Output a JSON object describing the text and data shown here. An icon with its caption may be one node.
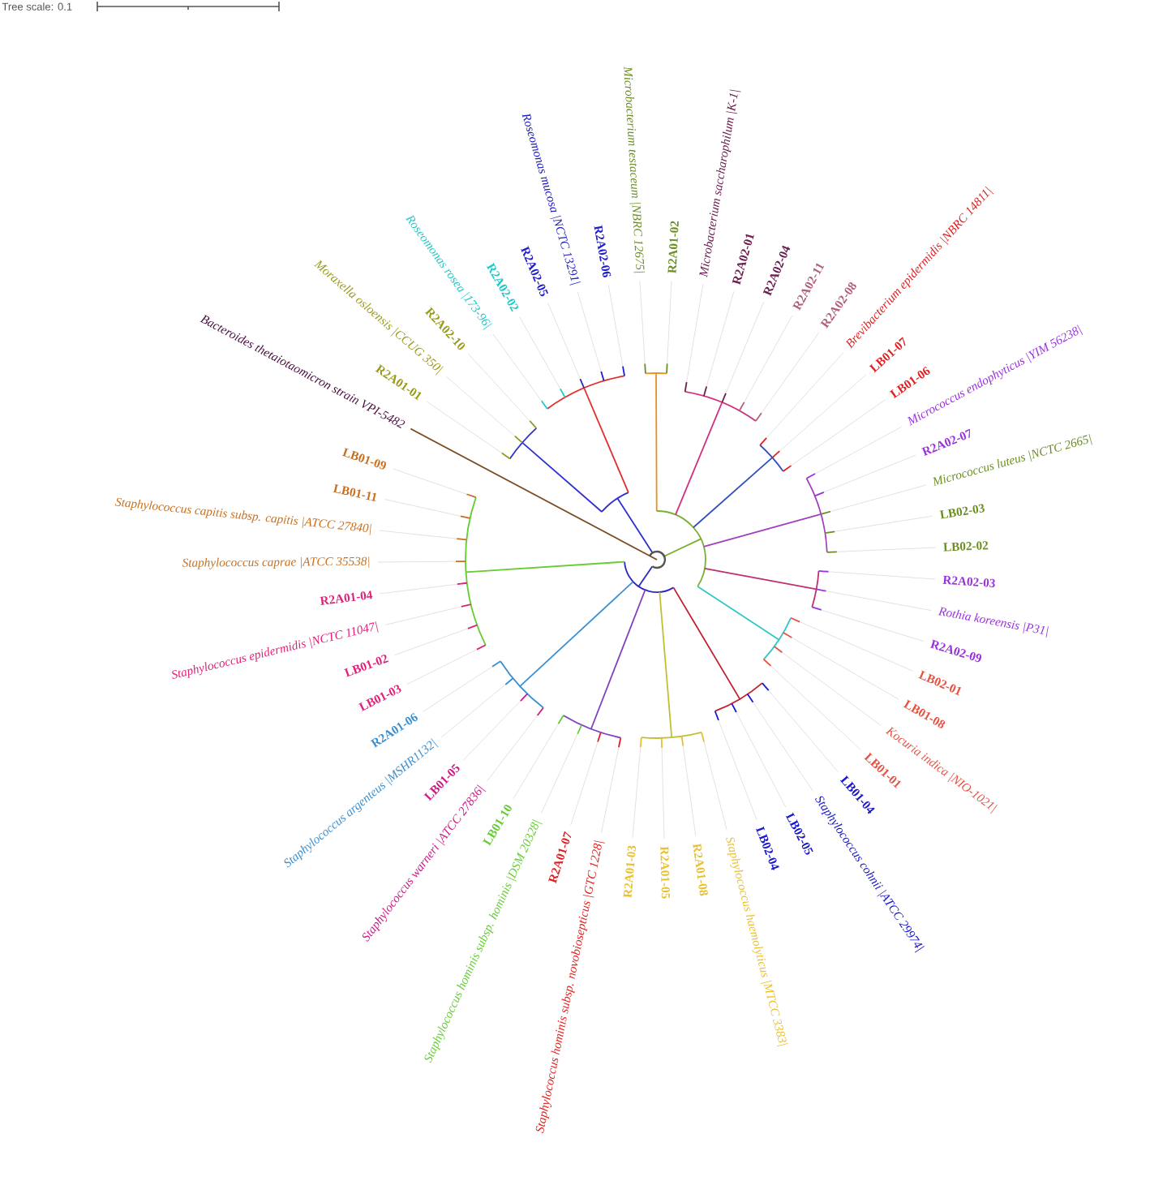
{
  "diagram": {
    "labels": [
      "Tree scale: 0.1",
      "Bacteroides thetaiotaomicron strain VPI-5482",
      "R2A01-01",
      "Moraxella osloensis |CCUG 350|",
      "R2A02-10",
      "Roseomonas rosea |173-96|",
      "R2A02-02",
      "R2A02-05",
      "Roseomonas mucosa |NCTC 13291|",
      "R2A02-06",
      "Microbacterium testaceum |NBRC 12675|",
      "R2A01-02",
      "Microbacterium saccharophilum |K-1|",
      "R2A02-01",
      "R2A02-04",
      "R2A02-11",
      "R2A02-08",
      "Brevibacterium epidermidis |NBRC 14811|",
      "LB01-07",
      "LB01-06",
      "Micrococcus endophyticus |YIM 56238|",
      "R2A02-07",
      "Micrococcus luteus |NCTC 2665|",
      "LB02-03",
      "LB02-02",
      "R2A02-03",
      "Rothia koreensis |P31|",
      "R2A02-09",
      "LB02-01",
      "LB01-08",
      "Kocuria indica |NIO-1021|",
      "LB01-01",
      "LB01-04",
      "Staphylococcus cohnii |ATCC 29974|",
      "LB02-05",
      "LB02-04",
      "Staphylococcus haemolyticus |MTCC 3383|",
      "R2A01-08",
      "R2A01-05",
      "R2A01-03",
      "Staphylococcus hominis subsp. novobiosepticus |GTC 1228|",
      "R2A01-07",
      "Staphylococcus hominis subsp. hominis |DSM 20328|",
      "LB01-10",
      "Staphylococcus warneri |ATCC 27836|",
      "LB01-05",
      "Staphylococcus argenteus |MSHR1132|",
      "R2A01-06",
      "LB01-03",
      "LB01-02",
      "Staphylococcus epidermidis |NCTC 11047|",
      "R2A01-04",
      "Staphylococcus caprae |ATCC 35538|",
      "Staphylococcus capitis subsp. capitis |ATCC 27840|",
      "LB01-11",
      "LB01-09"
    ]
  }
}
